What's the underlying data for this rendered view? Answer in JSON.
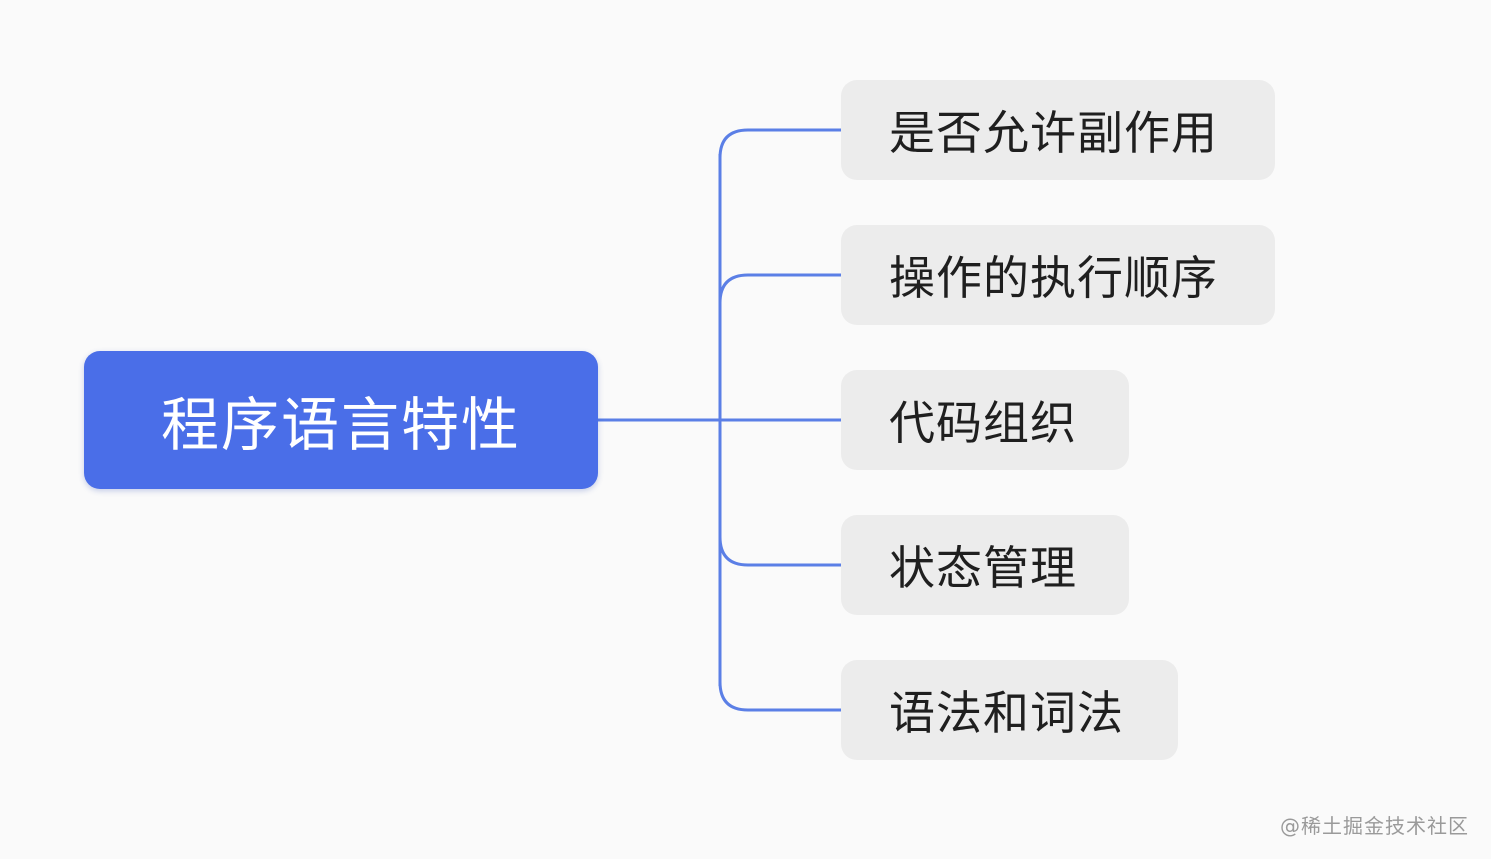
{
  "root": {
    "label": "程序语言特性",
    "color": "#4a6ee8"
  },
  "children": [
    {
      "label": "是否允许副作用"
    },
    {
      "label": "操作的执行顺序"
    },
    {
      "label": "代码组织"
    },
    {
      "label": "状态管理"
    },
    {
      "label": "语法和词法"
    }
  ],
  "connector_color": "#5b7fe6",
  "child_node_color": "#ececec",
  "site_watermark": "@稀土掘金技术社区"
}
